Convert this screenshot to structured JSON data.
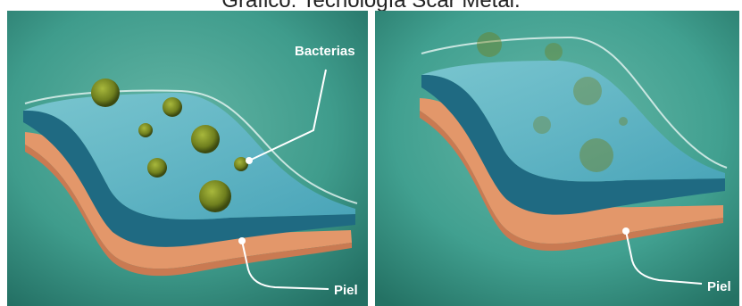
{
  "header": {
    "caption": "Grafico: Tecnología Scar Metal."
  },
  "left_panel": {
    "label_bacteria": "Bacterias",
    "label_skin": "Piel"
  },
  "right_panel": {
    "label_skin": "Piel"
  },
  "colors": {
    "background": "#2f8f80",
    "film": "#5fb7c6",
    "film_edge": "#1f6a82",
    "skin": "#e3976a",
    "bacteria": "#6f7f1e"
  }
}
